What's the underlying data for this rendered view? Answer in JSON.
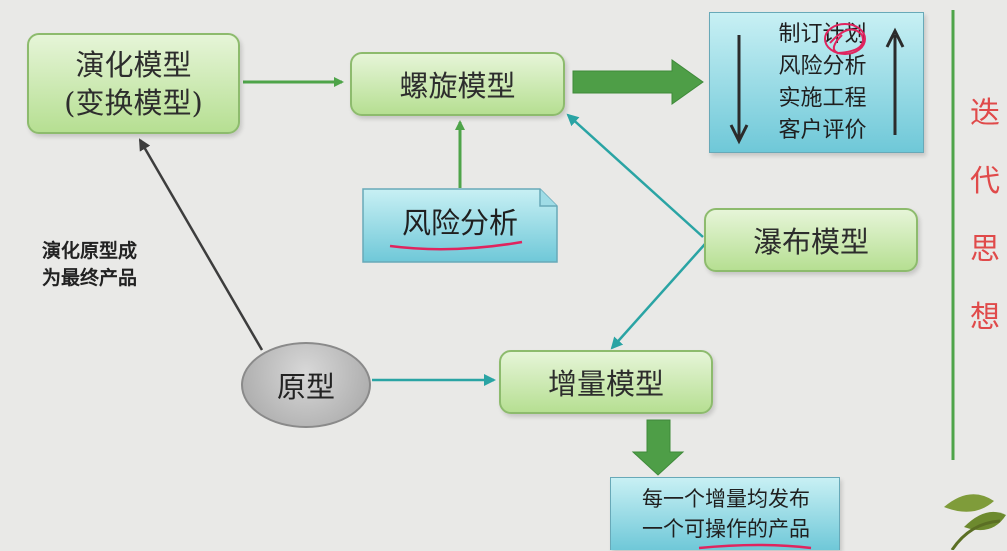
{
  "nodes": {
    "evolution": {
      "line1": "演化模型",
      "line2": "(变换模型)"
    },
    "spiral": "螺旋模型",
    "steps": [
      "制订计划",
      "风险分析",
      "实施工程",
      "客户评价"
    ],
    "risk": "风险分析",
    "waterfall": "瀑布模型",
    "prototype": "原型",
    "incremental": "增量模型",
    "release": {
      "line1": "每一个增量均发布",
      "line2": "一个可操作的产品"
    }
  },
  "edge_labels": {
    "prototype_to_evolution": {
      "line1": "演化原型成",
      "line2": "为最终产品"
    }
  },
  "side_title": [
    "迭",
    "代",
    "思",
    "想"
  ],
  "colors": {
    "green_arrow": "#4ea449",
    "teal_arrow": "#2aa4a4",
    "dark_arrow": "#3d3d3d",
    "red_accent": "#e0245e"
  }
}
